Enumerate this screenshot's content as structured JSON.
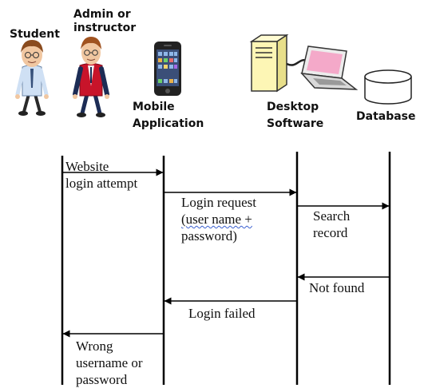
{
  "actors": {
    "student": "Student",
    "admin": "Admin or instructor",
    "mobile": "Mobile Application",
    "desktop": "Desktop Software",
    "database": "Database"
  },
  "messages": {
    "m1": [
      "Website",
      "login attempt"
    ],
    "m2": [
      "Login request",
      "(user name +",
      "password)"
    ],
    "m3": [
      "Search",
      "record"
    ],
    "m4": "Not found",
    "m5": "Login failed",
    "m6": [
      "Wrong",
      "username or",
      "password"
    ]
  },
  "icons": [
    "student-figure-icon",
    "instructor-figure-icon",
    "smartphone-icon",
    "desktop-computer-icon",
    "laptop-icon",
    "database-cylinder-icon"
  ],
  "colors": {
    "line": "#000000",
    "phone": "#222222",
    "laptop_screen": "#f4a9c9",
    "tower": "#fdf6b5",
    "instructor_jacket": "#c8142a"
  }
}
